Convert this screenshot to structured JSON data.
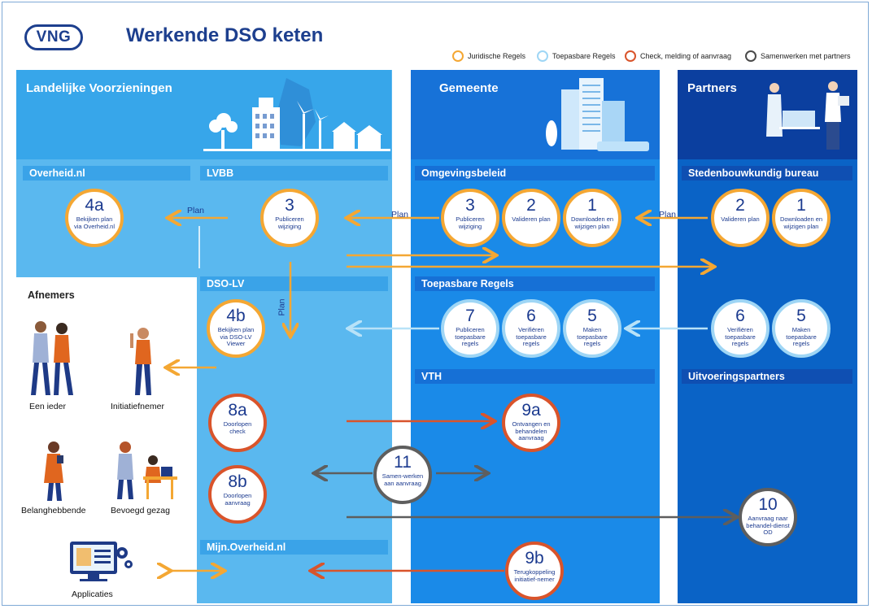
{
  "header": {
    "logo": "VNG",
    "title": "Werkende DSO keten"
  },
  "legend": [
    {
      "label": "Juridische Regels",
      "color": "#f4a733"
    },
    {
      "label": "Toepasbare Regels",
      "color": "#9fd6f5"
    },
    {
      "label": "Check, melding of aanvraag",
      "color": "#d9542b"
    },
    {
      "label": "Samenwerken met partners",
      "color": "#4a4a4a"
    }
  ],
  "columns": {
    "landelijk": "Landelijke Voorzieningen",
    "gemeente": "Gemeente",
    "partners": "Partners"
  },
  "bars": {
    "overheid": "Overheid.nl",
    "lvbb": "LVBB",
    "omgevingsbeleid": "Omgevingsbeleid",
    "stedenbouw": "Stedenbouwkundig bureau",
    "dsolv": "DSO-LV",
    "toepasbare": "Toepasbare Regels",
    "vth": "VTH",
    "uitvoering": "Uitvoeringspartners",
    "mijnoverheid": "Mijn.Overheid.nl"
  },
  "afnemers": {
    "title": "Afnemers",
    "een_ieder": "Een ieder",
    "initiatiefnemer": "Initiatiefnemer",
    "belanghebbende": "Belanghebbende",
    "bevoegd": "Bevoegd gezag",
    "applicaties": "Applicaties"
  },
  "plan_labels": {
    "p1": "Plan",
    "p2": "Plan",
    "p3": "Plan",
    "p4": "Plan"
  },
  "circles": {
    "c4a": {
      "num": "4a",
      "label": "Bekijken plan via Overheid.nl"
    },
    "c3lv": {
      "num": "3",
      "label": "Publiceren wijziging"
    },
    "c3g": {
      "num": "3",
      "label": "Publiceren wijziging"
    },
    "c2g": {
      "num": "2",
      "label": "Valideren plan"
    },
    "c1g": {
      "num": "1",
      "label": "Downloaden en wijzigen plan"
    },
    "c2p": {
      "num": "2",
      "label": "Valideren plan"
    },
    "c1p": {
      "num": "1",
      "label": "Downloaden en wijzigen plan"
    },
    "c4b": {
      "num": "4b",
      "label": "Bekijken plan via DSO-LV Viewer"
    },
    "c7g": {
      "num": "7",
      "label": "Publiceren toepasbare regels"
    },
    "c6g": {
      "num": "6",
      "label": "Verifiëren toepasbare regels"
    },
    "c5g": {
      "num": "5",
      "label": "Maken toepasbare regels"
    },
    "c6p": {
      "num": "6",
      "label": "Verifiëren toepasbare regels"
    },
    "c5p": {
      "num": "5",
      "label": "Maken toepasbare regels"
    },
    "c8a": {
      "num": "8a",
      "label": "Doorlopen check"
    },
    "c9a": {
      "num": "9a",
      "label": "Ontvangen en behandelen aanvraag"
    },
    "c11": {
      "num": "11",
      "label": "Samen-werken aan aanvraag"
    },
    "c8b": {
      "num": "8b",
      "label": "Doorlopen aanvraag"
    },
    "c10": {
      "num": "10",
      "label": "Aanvraag naar behandel-dienst OD"
    },
    "c9b": {
      "num": "9b",
      "label": "Terugkoppeling initiatief-nemer"
    }
  }
}
